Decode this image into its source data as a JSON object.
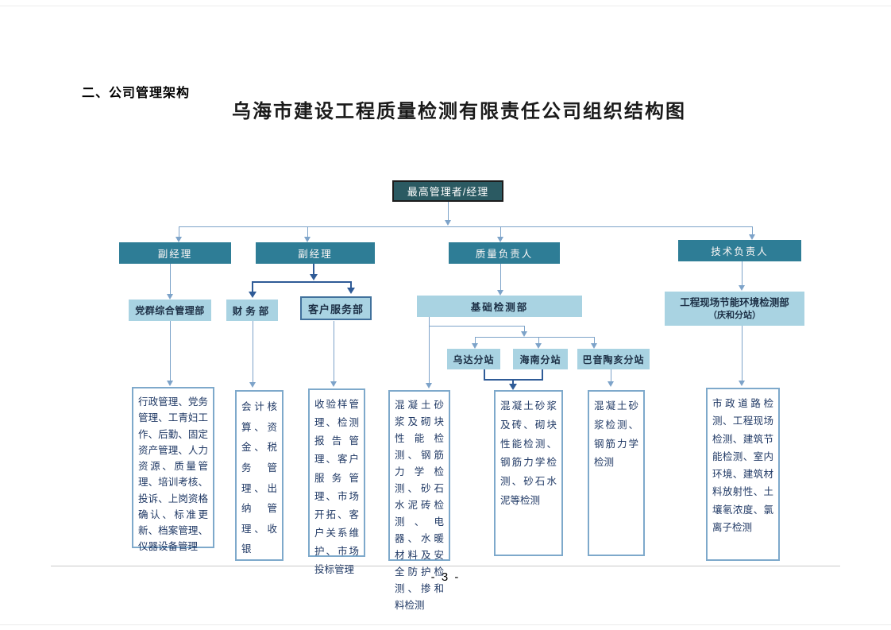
{
  "page": {
    "section_heading": "二、公司管理架构",
    "chart_title": "乌海市建设工程质量检测有限责任公司组织结构图",
    "page_number": "- 3 -"
  },
  "chart": {
    "root": {
      "label": "最高管理者/经理"
    },
    "level2": [
      {
        "label": "副经理"
      },
      {
        "label": "副经理"
      },
      {
        "label": "质量负责人"
      },
      {
        "label": "技术负责人"
      }
    ],
    "departments": [
      {
        "label": "党群综合管理部"
      },
      {
        "label": "财务部"
      },
      {
        "label": "客户服务部"
      },
      {
        "label": "基础检测部"
      },
      {
        "label": "工程现场节能环境检测部",
        "sublabel": "（庆和分站）"
      }
    ],
    "stations": [
      {
        "label": "乌达分站"
      },
      {
        "label": "海南分站"
      },
      {
        "label": "巴音陶亥分站"
      }
    ],
    "duties": [
      "行政管理、党务管理、工青妇工作、后勤、固定资产管理、人力资源、质量管理、培训考核、投诉、上岗资格确认、标准更新、档案管理、仪器设备管理",
      "会计核算、资金、税务管理、出纳管理、收银",
      "收验样管理、检测报告管理、客户服务管理、市场开拓、客户关系维护、市场投标管理",
      "混凝土砂浆及砌块性能检测、钢筋力学检测、砂石水泥砖检测、电器、水暖材料及安全防护检测、掺和料检测",
      "混凝土砂浆及砖、砌块性能检测、钢筋力学检测、砂石水泥等检测",
      "混凝土砂浆检测、钢筋力学检测",
      "市政道路检测、工程现场检测、建筑节能检测、室内环境、建筑材料放射性、土壤氡浓度、氯离子检测"
    ]
  },
  "colors": {
    "root_bg": "#2b5a62",
    "level2_bg": "#2e7d96",
    "dept_bg": "#a9d3e2",
    "dept_border": "#41719c",
    "duty_border": "#7ea9cb",
    "duty_text": "#1f3864",
    "line": "#7da3c9",
    "line_dark": "#2f5b97"
  }
}
